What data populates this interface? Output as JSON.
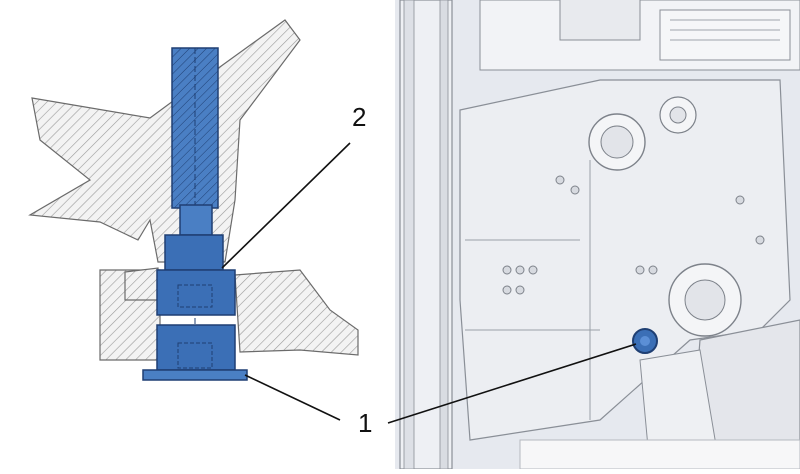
{
  "callouts": [
    {
      "id": "1",
      "text": "1"
    },
    {
      "id": "2",
      "text": "2"
    }
  ],
  "colors": {
    "tool_blue": "#3b6fb6",
    "tool_blue_dark": "#1f3f73",
    "hatch_gray": "#cfcfcf",
    "engine_bg": "#e6e9ef",
    "engine_line": "#8a8f97"
  },
  "icons": {
    "sectional_view": "cross-section-tool-drawing",
    "engine_view": "engine-block-illustration"
  }
}
